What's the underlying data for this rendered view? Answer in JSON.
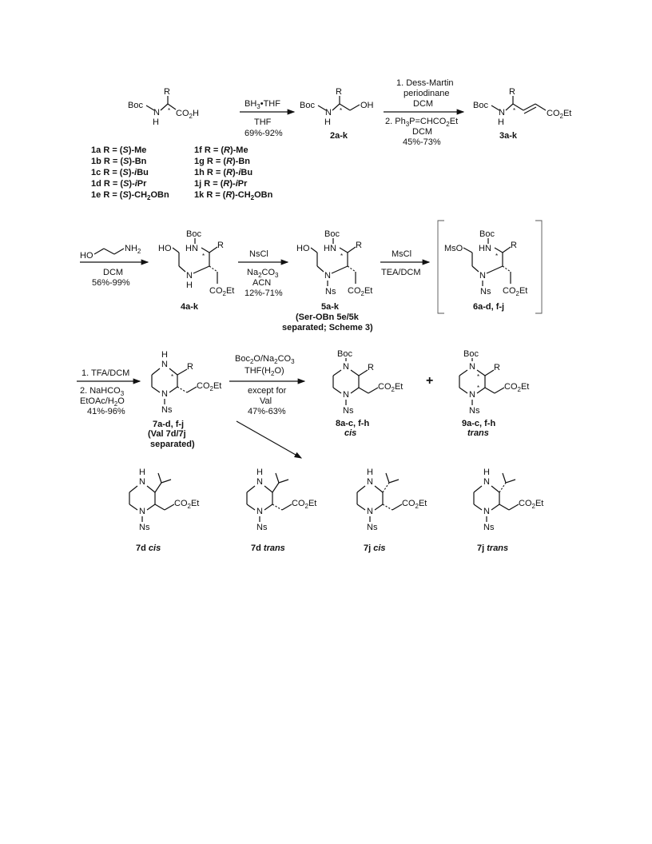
{
  "s1": {
    "boc": "Boc",
    "n": "N",
    "h": "H",
    "r": "R",
    "co2h": "CO",
    "co2h_2": "2",
    "co2h_h": "H",
    "star": "*"
  },
  "a1": {
    "l1": "BH",
    "l1_sub": "3",
    "l1_b": "•THF",
    "l2": "THF",
    "l3": "69%-92%"
  },
  "c2": {
    "oh": "OH",
    "label": "2a-k"
  },
  "a2": {
    "l1": "1. Dess-Martin",
    "l2": "periodinane",
    "l3": "DCM",
    "l4": "2. Ph",
    "l4_s": "3",
    "l4_b": "P=CHCO",
    "l4_s2": "2",
    "l4_c": "Et",
    "l5": "DCM",
    "l6": "45%-73%"
  },
  "c3": {
    "co2et": "CO",
    "co2et_2": "2",
    "co2et_b": "Et",
    "label": "3a-k"
  },
  "rgroups": [
    {
      "id": "1a",
      "pre": "R = (",
      "st": "S",
      "post": ")-Me"
    },
    {
      "id": "1b",
      "pre": "R = (",
      "st": "S",
      "post": ")-Bn"
    },
    {
      "id": "1c",
      "pre": "R = (",
      "st": "S",
      "post": ")-",
      "it": "i",
      "post2": "Bu"
    },
    {
      "id": "1d",
      "pre": "R = (",
      "st": "S",
      "post": ")-",
      "it": "i",
      "post2": "Pr"
    },
    {
      "id": "1e",
      "pre": "R = (",
      "st": "S",
      "post": ")-CH",
      "sub": "2",
      "post2": "OBn"
    },
    {
      "id": "1f",
      "pre": "R = (",
      "st": "R",
      "post": ")-Me"
    },
    {
      "id": "1g",
      "pre": "R = (",
      "st": "R",
      "post": ")-Bn"
    },
    {
      "id": "1h",
      "pre": "R = (",
      "st": "R",
      "post": ")-",
      "it": "i",
      "post2": "Bu"
    },
    {
      "id": "1j",
      "pre": "R = (",
      "st": "R",
      "post": ")-",
      "it": "i",
      "post2": "Pr"
    },
    {
      "id": "1k",
      "pre": "R = (",
      "st": "R",
      "post": ")-CH",
      "sub": "2",
      "post2": "OBn"
    }
  ],
  "a3": {
    "ho": "HO",
    "nh2": "NH",
    "nh2_s": "2",
    "l1": "DCM",
    "l2": "56%-99%"
  },
  "c4": {
    "ho": "HO",
    "hn": "HN",
    "nh": "N",
    "h": "H",
    "label": "4a-k"
  },
  "a4": {
    "l1": "NsCl",
    "l2": "Na",
    "l2_s": "2",
    "l2_b": "CO",
    "l2_s2": "3",
    "l3": "ACN",
    "l4": "12%-71%"
  },
  "c5": {
    "ns": "Ns",
    "label": "5a-k",
    "note1": "(Ser-OBn 5e/5k",
    "note2": "separated; Scheme 3)"
  },
  "a5": {
    "l1": "MsCl",
    "l2": "TEA/DCM"
  },
  "c6": {
    "mso": "MsO",
    "label": "6a-d, f-j"
  },
  "a6": {
    "l1": "1. TFA/DCM",
    "l2": "2. NaHCO",
    "l2_s": "3",
    "l3": "EtOAc/H",
    "l3_s": "2",
    "l3_b": "O",
    "l4": "41%-96%"
  },
  "c7": {
    "label": "7a-d, f-j",
    "note1": "(Val 7d/7j",
    "note2": "separated)"
  },
  "a7": {
    "l1": "Boc",
    "l1_s": "2",
    "l1_b": "O/Na",
    "l1_s2": "2",
    "l1_c": "CO",
    "l1_s3": "3",
    "l2": "THF(H",
    "l2_s": "2",
    "l2_b": "O)",
    "l3": "except for",
    "l4": "Val",
    "l5": "47%-63%"
  },
  "c8": {
    "label": "8a-c, f-h",
    "stereo": "cis"
  },
  "plus": "+",
  "c9": {
    "label": "9a-c, f-h",
    "stereo": "trans"
  },
  "isomers": [
    {
      "num": "7d",
      "stereo": "cis"
    },
    {
      "num": "7d",
      "stereo": "trans"
    },
    {
      "num": "7j",
      "stereo": "cis"
    },
    {
      "num": "7j",
      "stereo": "trans"
    }
  ]
}
